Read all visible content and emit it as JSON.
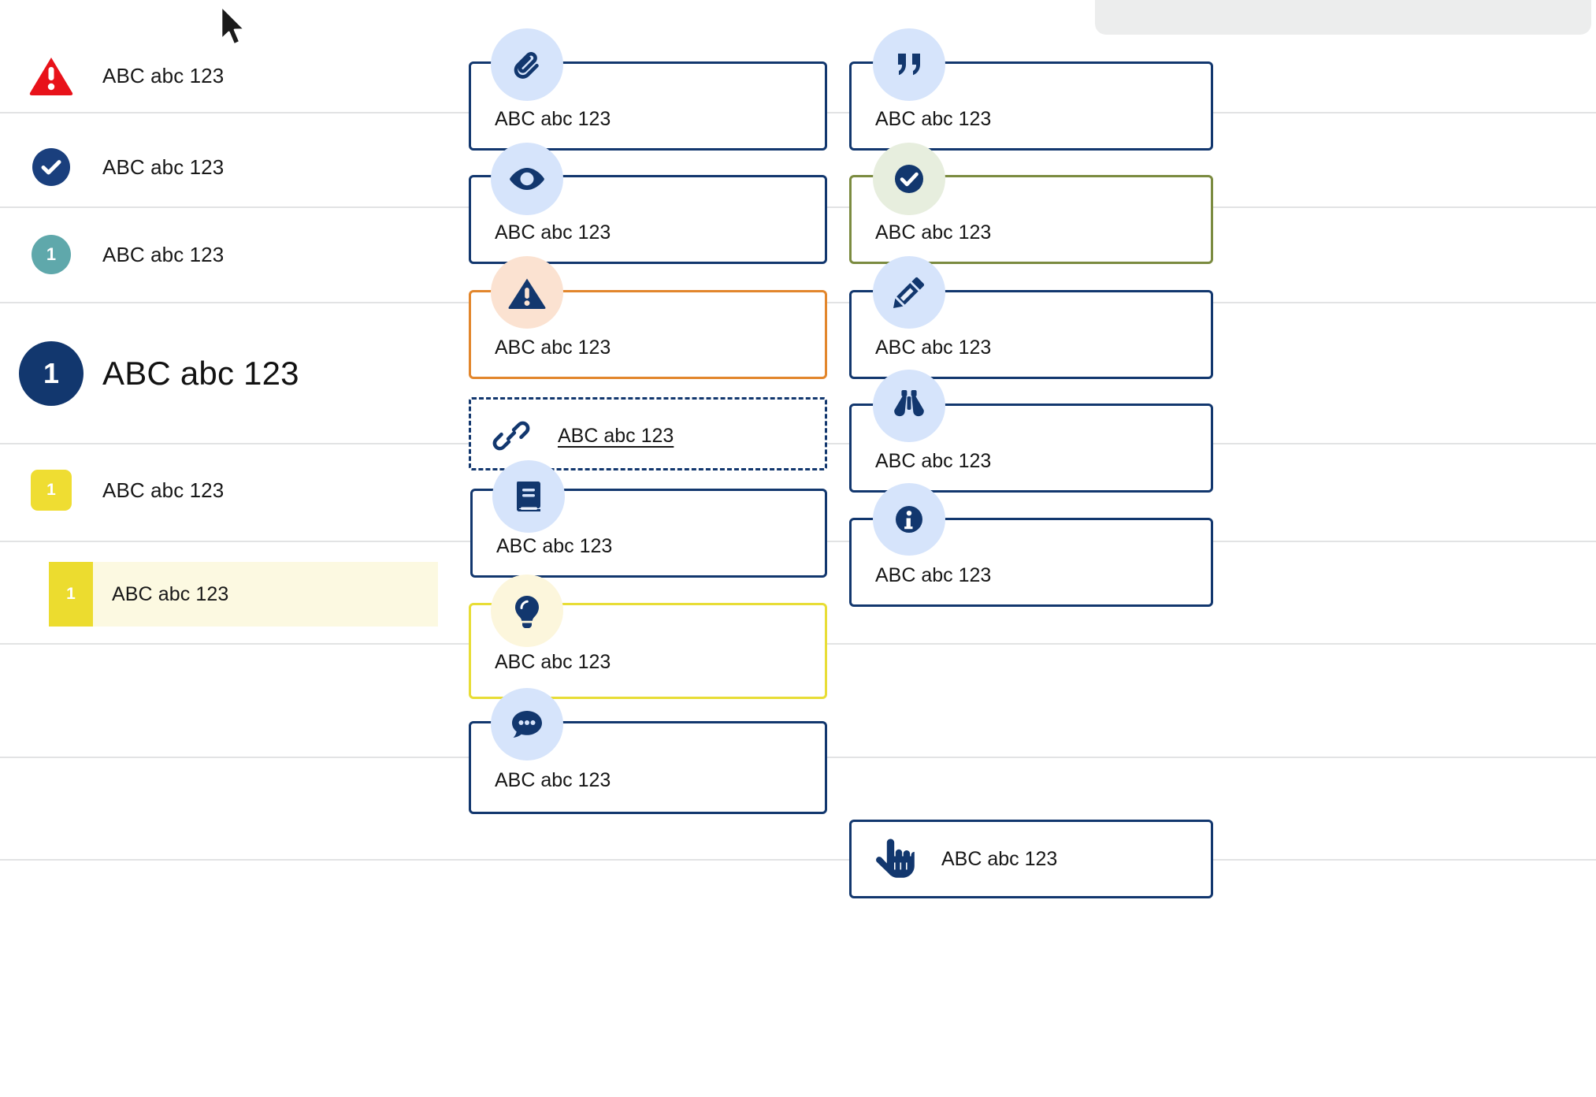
{
  "sidebar": {
    "items": [
      {
        "id": "warning",
        "icon": "warning-triangle-icon",
        "label": "ABC abc 123",
        "badge_text": "",
        "icon_color": "#e8121a"
      },
      {
        "id": "success",
        "icon": "check-circle-icon",
        "label": "ABC abc 123",
        "badge_text": "",
        "icon_color": "#1a3f7d"
      },
      {
        "id": "counter-teal",
        "icon": "number-circle-icon",
        "label": "ABC abc 123",
        "badge_text": "1",
        "icon_color": "#5fa8ab"
      },
      {
        "id": "counter-navy-lg",
        "icon": "number-circle-icon",
        "label": "ABC abc 123",
        "badge_text": "1",
        "icon_color": "#12376e"
      },
      {
        "id": "counter-yellow",
        "icon": "number-square-icon",
        "label": "ABC abc 123",
        "badge_text": "1",
        "icon_color": "#efdd32"
      },
      {
        "id": "counter-yellow-selected",
        "icon": "number-square-icon",
        "label": "ABC abc 123",
        "badge_text": "1",
        "icon_color": "#ecdc2f"
      }
    ]
  },
  "middle_column": {
    "cards": [
      {
        "id": "attachment",
        "icon": "paperclip-icon",
        "label": "ABC abc 123",
        "border_color": "#12376e",
        "badge_bg": "#d6e4fb",
        "style": "solid"
      },
      {
        "id": "visibility",
        "icon": "eye-icon",
        "label": "ABC abc 123",
        "border_color": "#12376e",
        "badge_bg": "#d6e4fb",
        "style": "solid"
      },
      {
        "id": "warning",
        "icon": "warning-triangle-icon",
        "label": "ABC abc 123",
        "border_color": "#e2862c",
        "badge_bg": "#fbe2d1",
        "style": "solid"
      },
      {
        "id": "link",
        "icon": "link-icon",
        "label": "ABC abc 123",
        "border_color": "#12376e",
        "badge_bg": "",
        "style": "dashed"
      },
      {
        "id": "book",
        "icon": "book-icon",
        "label": "ABC abc 123",
        "border_color": "#12376e",
        "badge_bg": "#d6e4fb",
        "style": "solid"
      },
      {
        "id": "idea",
        "icon": "lightbulb-icon",
        "label": "ABC abc 123",
        "border_color": "#e8dd36",
        "badge_bg": "#fcf6dc",
        "style": "solid"
      },
      {
        "id": "comment",
        "icon": "chat-bubble-icon",
        "label": "ABC abc 123",
        "border_color": "#12376e",
        "badge_bg": "#d6e4fb",
        "style": "solid"
      }
    ]
  },
  "right_column": {
    "cards": [
      {
        "id": "quote",
        "icon": "quote-icon",
        "label": "ABC abc 123",
        "border_color": "#12376e",
        "badge_bg": "#d6e4fb",
        "style": "solid"
      },
      {
        "id": "approved",
        "icon": "check-circle-icon",
        "label": "ABC abc 123",
        "border_color": "#7b8b40",
        "badge_bg": "#e7eede",
        "style": "solid"
      },
      {
        "id": "edit",
        "icon": "pencil-icon",
        "label": "ABC abc 123",
        "border_color": "#12376e",
        "badge_bg": "#d6e4fb",
        "style": "solid"
      },
      {
        "id": "observe",
        "icon": "binoculars-icon",
        "label": "ABC abc 123",
        "border_color": "#12376e",
        "badge_bg": "#d6e4fb",
        "style": "solid"
      },
      {
        "id": "info",
        "icon": "info-circle-icon",
        "label": "ABC abc 123",
        "border_color": "#12376e",
        "badge_bg": "#d6e4fb",
        "style": "solid"
      },
      {
        "id": "action",
        "icon": "pointing-hand-icon",
        "label": "ABC abc 123",
        "border_color": "#12376e",
        "badge_bg": "",
        "style": "solid"
      }
    ]
  },
  "cursor": {
    "icon": "mouse-pointer-icon"
  },
  "colors": {
    "navy": "#12376e",
    "navy_dark": "#1a3f7d",
    "red": "#e8121a",
    "orange": "#e2862c",
    "olive": "#7b8b40",
    "yellow": "#e8dd36",
    "teal": "#5fa8ab",
    "badge_blue": "#d6e4fb",
    "badge_peach": "#fbe2d1",
    "badge_mint": "#e7eede",
    "badge_cream": "#fcf6dc",
    "highlight_row": "#fcf9e1",
    "rule": "#e2e3e4",
    "panel_grey": "#eceded"
  }
}
